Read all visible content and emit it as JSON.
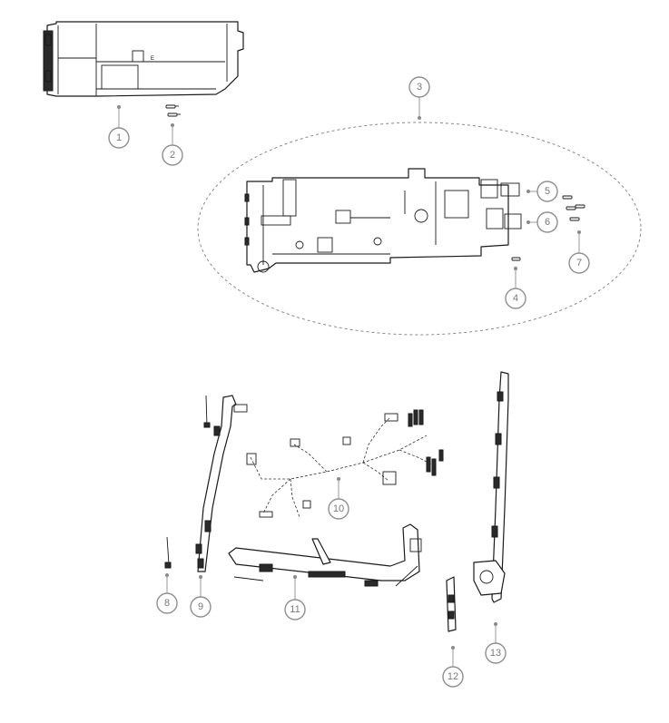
{
  "diagram": {
    "callouts": [
      {
        "id": "1",
        "label": "1"
      },
      {
        "id": "2",
        "label": "2"
      },
      {
        "id": "3",
        "label": "3"
      },
      {
        "id": "4",
        "label": "4"
      },
      {
        "id": "5",
        "label": "5"
      },
      {
        "id": "6",
        "label": "6"
      },
      {
        "id": "7",
        "label": "7"
      },
      {
        "id": "8",
        "label": "8"
      },
      {
        "id": "9",
        "label": "9"
      },
      {
        "id": "10",
        "label": "10"
      },
      {
        "id": "11",
        "label": "11"
      },
      {
        "id": "12",
        "label": "12"
      },
      {
        "id": "13",
        "label": "13"
      }
    ],
    "colors": {
      "line": "#1a1a1a",
      "callout": "#8f8f8f",
      "callout_text": "#7a7a7a"
    }
  }
}
